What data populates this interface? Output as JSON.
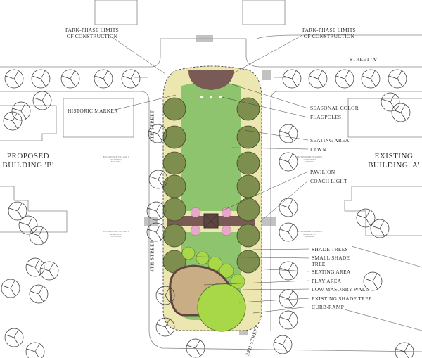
{
  "labels": {
    "limits_left": [
      "PARK-PHASE LIMITS",
      "OF CONSTRUCTION"
    ],
    "limits_right": [
      "PARK-PHASE LIMITS",
      "OF CONSTRUCTION"
    ],
    "street_a": "STREET 'A'",
    "historic_marker": "HISTORIC MARKER",
    "proposed_building": [
      "PROPOSED",
      "BUILDING 'B'"
    ],
    "existing_building": [
      "EXISTING",
      "BUILDING 'A'"
    ],
    "fourth_street": "4TH STREET",
    "third_street": "3RD STREET",
    "seasonal_color": "SEASONAL COLOR",
    "flagpoles": "FLAGPOLES",
    "seating_area_top": "SEATING AREA",
    "lawn": "LAWN",
    "pavilion": "PAVILION",
    "coach_light": "COACH LIGHT",
    "shade_trees": "SHADE TREES",
    "small_shade_tree": [
      "SMALL SHADE",
      "TREE"
    ],
    "seating_area_bottom": "SEATING AREA",
    "play_area": "PLAY AREA",
    "low_masonry_wall": "LOW MASONRY WALL",
    "existing_shade_tree": "EXISTING SHADE TREE",
    "curb_ramp": "CURB-RAMP",
    "apartment_note": [
      "BUCKINGHAM VILLAGE 1",
      "APARTMENT",
      "BUILDING"
    ]
  },
  "colors": {
    "lawn": "#8fc46e",
    "paving": "#ece6b0",
    "plaza": "#7a5a55",
    "tree": "#7d8e4e",
    "pink": "#e8a6c8",
    "play": "#c9ad85"
  }
}
